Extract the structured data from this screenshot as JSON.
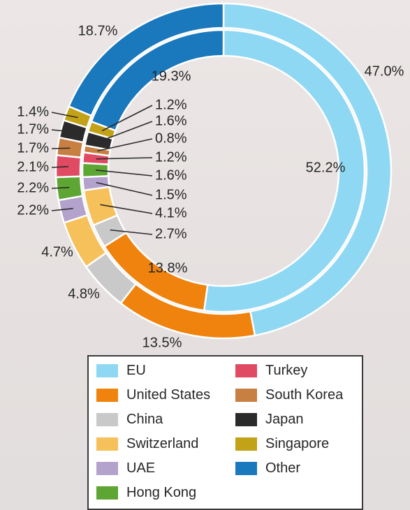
{
  "chart_data": {
    "type": "pie",
    "style": "double donut",
    "rings": [
      {
        "name": "",
        "values": [
          {
            "label": "EU",
            "value": 47.0
          },
          {
            "label": "United States",
            "value": 13.5
          },
          {
            "label": "China",
            "value": 4.8
          },
          {
            "label": "Switzerland",
            "value": 4.7
          },
          {
            "label": "UAE",
            "value": 2.2
          },
          {
            "label": "Hong Kong",
            "value": 2.2
          },
          {
            "label": "Turkey",
            "value": 2.1
          },
          {
            "label": "South Korea",
            "value": 1.7
          },
          {
            "label": "Japan",
            "value": 1.7
          },
          {
            "label": "Singapore",
            "value": 1.4
          },
          {
            "label": "Other",
            "value": 18.7
          }
        ]
      },
      {
        "name": "",
        "values": [
          {
            "label": "EU",
            "value": 52.2
          },
          {
            "label": "United States",
            "value": 13.8
          },
          {
            "label": "China",
            "value": 2.7
          },
          {
            "label": "Switzerland",
            "value": 4.1
          },
          {
            "label": "UAE",
            "value": 1.5
          },
          {
            "label": "Hong Kong",
            "value": 1.6
          },
          {
            "label": "Turkey",
            "value": 1.2
          },
          {
            "label": "South Korea",
            "value": 0.8
          },
          {
            "label": "Japan",
            "value": 1.6
          },
          {
            "label": "Singapore",
            "value": 1.2
          },
          {
            "label": "Other",
            "value": 19.3
          }
        ]
      }
    ],
    "legend": {
      "placement": "bottom",
      "entries": [
        {
          "label": "EU",
          "color": "#8fd8f4"
        },
        {
          "label": "Turkey",
          "color": "#e04a62"
        },
        {
          "label": "United States",
          "color": "#f0820e"
        },
        {
          "label": "South Korea",
          "color": "#c87f42"
        },
        {
          "label": "China",
          "color": "#c9c9c9"
        },
        {
          "label": "Japan",
          "color": "#2b2b2b"
        },
        {
          "label": "Switzerland",
          "color": "#f6c15a"
        },
        {
          "label": "Singapore",
          "color": "#c2a217"
        },
        {
          "label": "UAE",
          "color": "#b3a2cc"
        },
        {
          "label": "Other",
          "color": "#1a78bd"
        },
        {
          "label": "Hong Kong",
          "color": "#5ea633"
        }
      ]
    },
    "title": "",
    "xlabel": "",
    "ylabel": ""
  }
}
